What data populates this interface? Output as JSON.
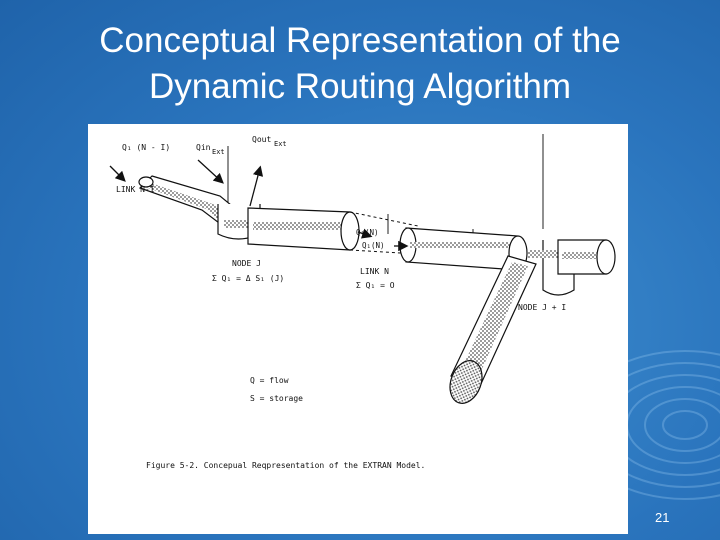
{
  "slide": {
    "title_line1": "Conceptual Representation of the",
    "title_line2": "Dynamic Routing Algorithm",
    "page_number": "21",
    "background_color": "#2a74bd",
    "title_color": "#ffffff"
  },
  "figure": {
    "labels": {
      "q_in_link": "Q₁ (N - I)",
      "q_in_ext": "Qin",
      "q_in_ext_sub": "Ext",
      "q_out_ext": "Qout",
      "q_out_ext_sub": "Ext",
      "link_n_minus_1": "LINK N-I",
      "q1_n": "Q₁(N)",
      "q1_n2": "Q₁(N)",
      "node_j": "NODE J",
      "node_j_eq": "Σ Q₁ = Δ S₁ (J)",
      "link_n": "LINK N",
      "link_n_eq": "Σ Q₁ = O",
      "node_j_plus_1": "NODE J + I",
      "legend_q": "Q = flow",
      "legend_s": "S = storage",
      "caption": "Figure 5-2.  Concepual Reqpresentation of the EXTRAN Model."
    }
  }
}
